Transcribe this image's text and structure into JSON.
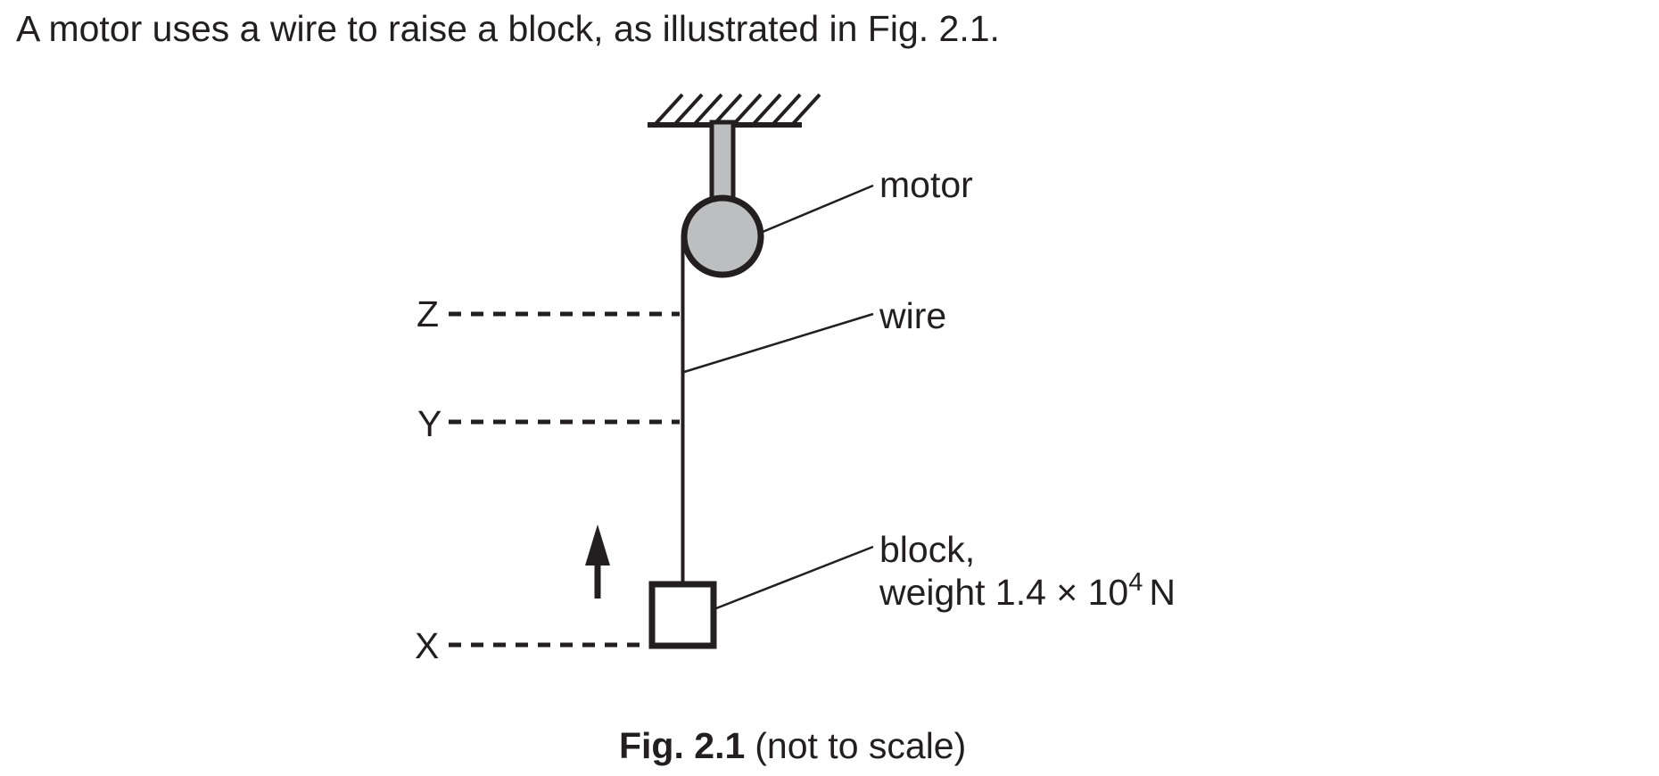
{
  "intro": {
    "text": "A motor uses a wire to raise a block, as illustrated in Fig. 2.1."
  },
  "figure": {
    "markers": {
      "z": "Z",
      "y": "Y",
      "x": "X"
    },
    "labels": {
      "motor": "motor",
      "wire": "wire",
      "block_line1": "block,",
      "weight_prefix": "weight 1.4 × 10",
      "weight_exponent": "4",
      "weight_unit": "N"
    },
    "caption": {
      "figure_label": "Fig. 2.1",
      "note": "(not to scale)"
    },
    "colors": {
      "ink": "#231f20",
      "metal_gray": "#bcbec0",
      "background": "#ffffff"
    }
  }
}
